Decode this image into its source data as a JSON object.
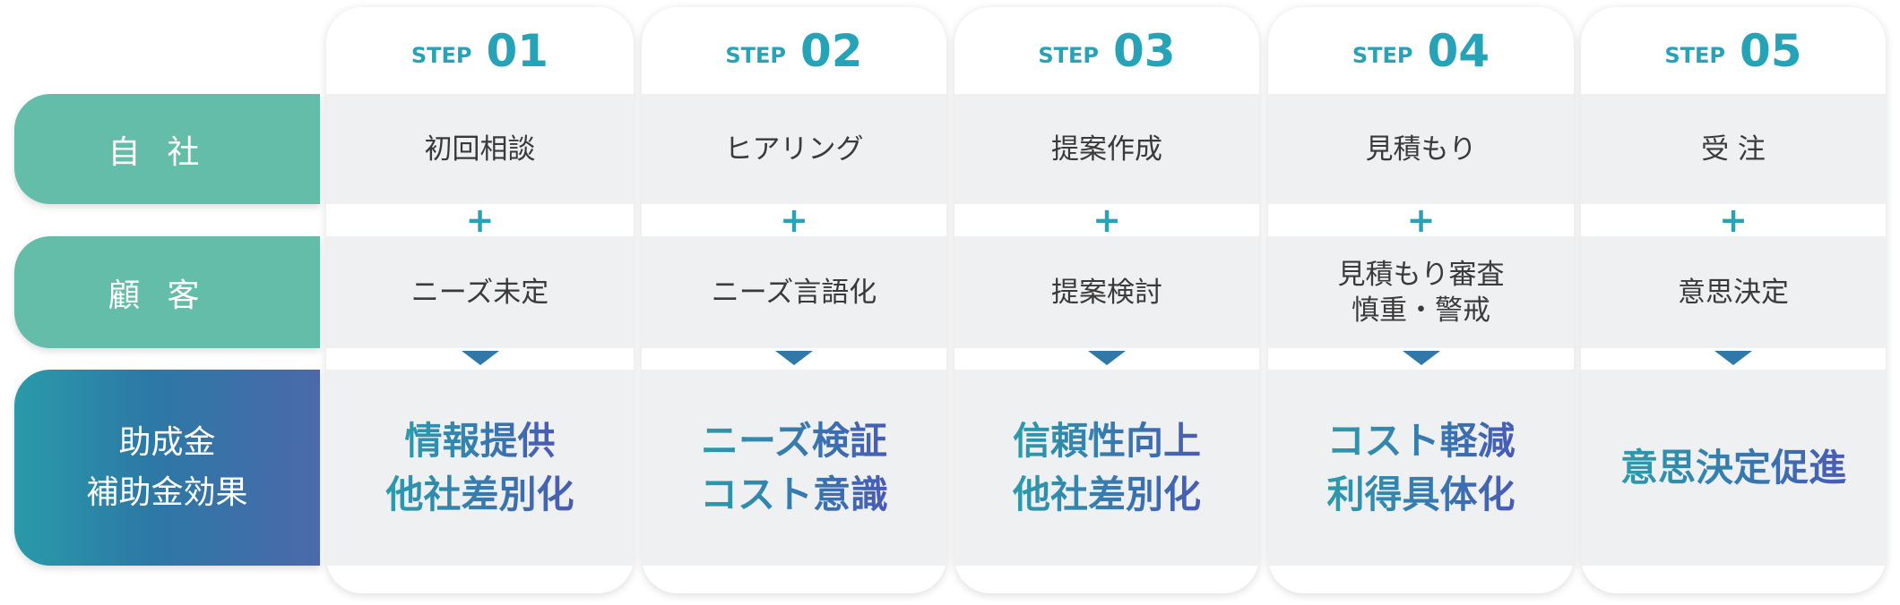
{
  "row_labels": {
    "own": "自社",
    "customer": "顧客",
    "effect_line1": "助成金",
    "effect_line2": "補助金効果"
  },
  "steps": [
    {
      "step": "STEP",
      "num": "01",
      "own": "初回相談",
      "customer": "ニーズ未定",
      "effect1": "情報提供",
      "effect2": "他社差別化"
    },
    {
      "step": "STEP",
      "num": "02",
      "own": "ヒアリング",
      "customer": "ニーズ言語化",
      "effect1": "ニーズ検証",
      "effect2": "コスト意識"
    },
    {
      "step": "STEP",
      "num": "03",
      "own": "提案作成",
      "customer": "提案検討",
      "effect1": "信頼性向上",
      "effect2": "他社差別化"
    },
    {
      "step": "STEP",
      "num": "04",
      "own": "見積もり",
      "customer": "見積もり審査",
      "customer2": "慎重・警戒",
      "effect1": "コスト軽減",
      "effect2": "利得具体化"
    },
    {
      "step": "STEP",
      "num": "05",
      "own": "受 注",
      "customer": "意思決定",
      "effect1": "意思決定促進",
      "effect2": ""
    }
  ],
  "plus": "+",
  "colors": {
    "teal": "#64bda8",
    "accent": "#27a3b8",
    "arrow": "#2f78a8",
    "cell": "#eff0f2"
  }
}
